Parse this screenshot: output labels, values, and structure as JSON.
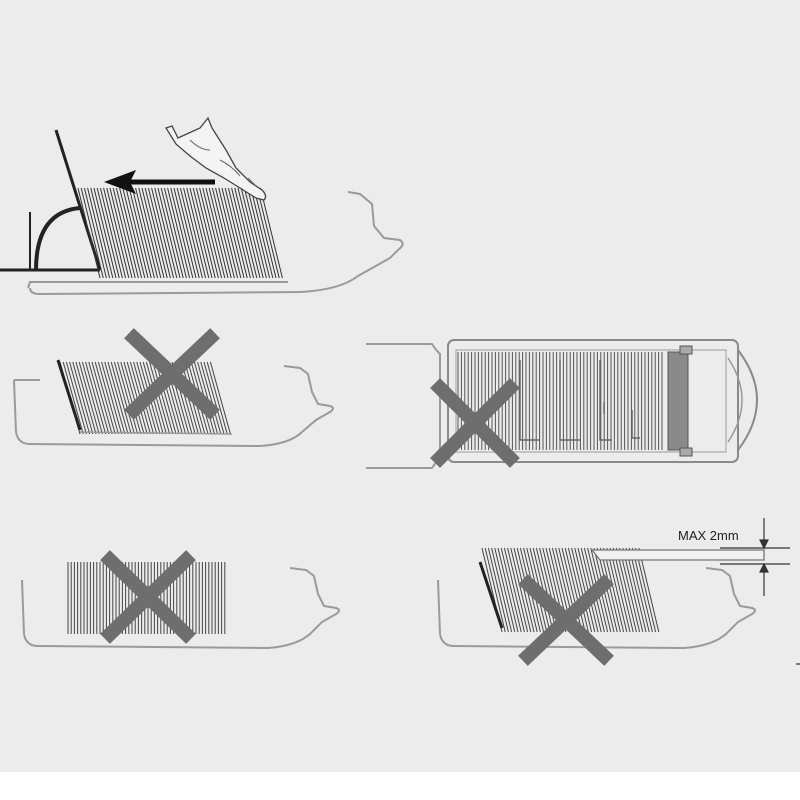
{
  "diagram": {
    "max_gap_label": "MAX 2mm"
  },
  "colors": {
    "background": "#ececec",
    "outline": "#9a9a9a",
    "ink": "#222222",
    "cross": "#6e6e6e",
    "stopper": "#888888"
  },
  "panels": [
    {
      "id": "correct-loading",
      "status": "correct"
    },
    {
      "id": "wrong-too-short",
      "status": "incorrect"
    },
    {
      "id": "wrong-top-view",
      "status": "incorrect"
    },
    {
      "id": "wrong-upright",
      "status": "incorrect"
    },
    {
      "id": "wrong-too-high",
      "status": "incorrect"
    }
  ]
}
